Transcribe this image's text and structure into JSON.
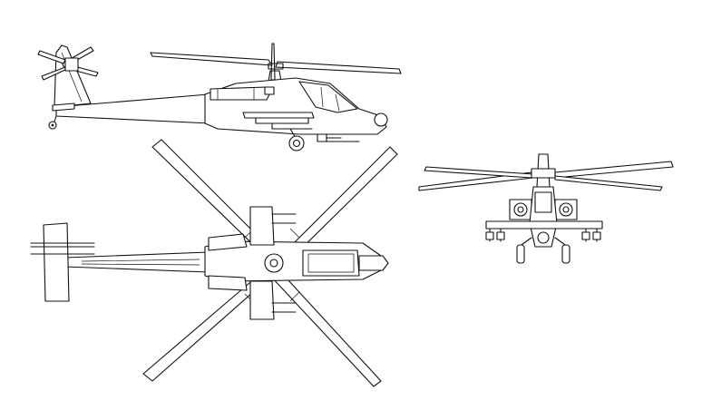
{
  "drawing": {
    "subject": "helicopter-three-view",
    "views": [
      "side-view",
      "top-view",
      "front-view"
    ],
    "line_color": "#111111",
    "background": "#ffffff"
  }
}
